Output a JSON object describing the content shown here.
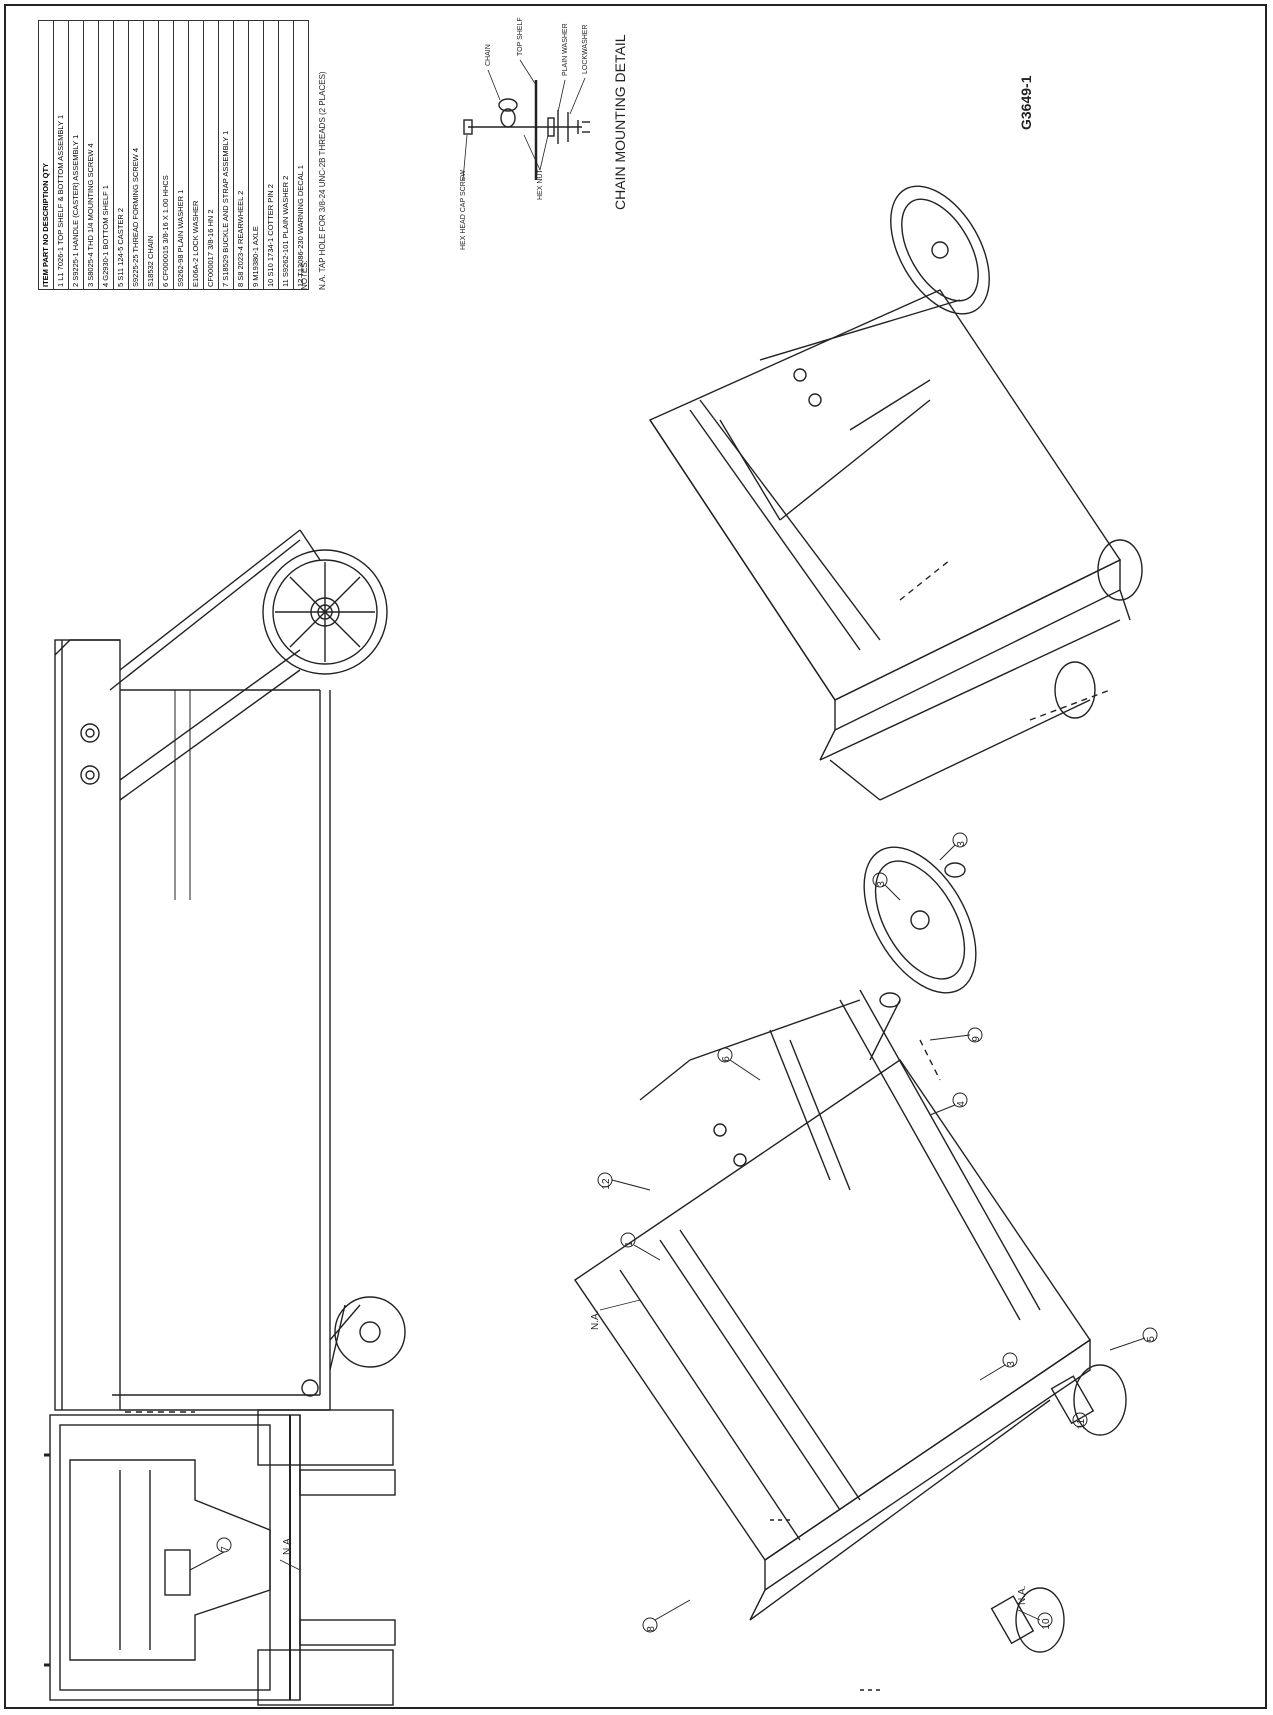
{
  "drawing_number": "G3649-1",
  "bom": {
    "header": "ITEM PART NO DESCRIPTION QTY",
    "rows": [
      "1 L1 7026-1 TOP SHELF & BOTTOM ASSEMBLY 1",
      "2 S9225-1 HANDLE (CASTER) ASSEMBLY 1",
      "3 S8025-4 THD 1/4 MOUNTING SCREW 4",
      "4 G2930-1 BOTTOM SHELF 1",
      "5 S11 124-5 CASTER 2",
      "S9225-25 THREAD FORMING SCREW 4",
      "S18532 CHAIN",
      "6 CF000015 3/8-16 X 1.00 HHCS",
      "S9262-98 PLAIN WASHER 1",
      "E106A-2 LOCK WASHER",
      "CF000017 3/8-16 HN 2",
      "7 S18529 BUCKLE AND STRAP ASSEMBLY 1",
      "8 S8 2023-4 REARWHEEL 2",
      "9 M19380-1 AXLE",
      "10 S10 1734-1 COTTER PIN 2",
      "11 S9262-101 PLAIN WASHER 2",
      "12 T13086-230 WARNING DECAL 1"
    ]
  },
  "notes": {
    "heading": "NOTES:",
    "text": "N.A. TAP HOLE FOR 3/8-24 UNC-2B THREADS (2 PLACES)"
  },
  "chain_detail": {
    "title": "CHAIN MOUNTING DETAIL",
    "labels": {
      "chain": "CHAIN",
      "top_shelf": "TOP SHELF",
      "plain_washer": "PLAIN WASHER",
      "lockwasher": "LOCKWASHER",
      "hex_nut": "HEX NUT",
      "hex_head_cap_screw": "HEX HEAD CAP SCREW"
    }
  },
  "callouts": {
    "c1": "1",
    "c3a": "3",
    "c3b": "3",
    "c3c": "3",
    "c4": "4",
    "c5": "5",
    "c6": "6",
    "c7": "7",
    "c8": "8",
    "c9": "9",
    "c10": "10",
    "c11": "11",
    "c12": "12",
    "na1": "N.A.",
    "na2": "N.A.",
    "na3": "N.A."
  }
}
